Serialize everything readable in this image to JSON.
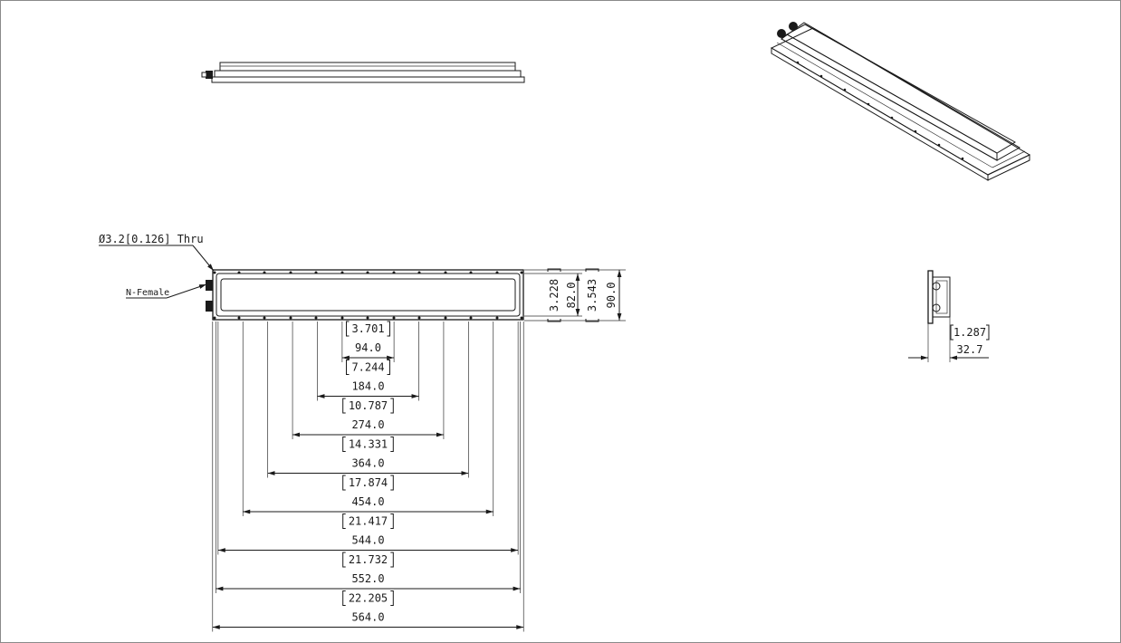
{
  "callouts": {
    "hole_note": "Ø3.2[0.126] Thru",
    "connector_note": "N-Female"
  },
  "dimensions": {
    "horizontal": [
      {
        "inch": "3.701",
        "mm": "94.0"
      },
      {
        "inch": "7.244",
        "mm": "184.0"
      },
      {
        "inch": "10.787",
        "mm": "274.0"
      },
      {
        "inch": "14.331",
        "mm": "364.0"
      },
      {
        "inch": "17.874",
        "mm": "454.0"
      },
      {
        "inch": "21.417",
        "mm": "544.0"
      },
      {
        "inch": "21.732",
        "mm": "552.0"
      },
      {
        "inch": "22.205",
        "mm": "564.0"
      }
    ],
    "height_inner": {
      "inch": "3.228",
      "mm": "82.0"
    },
    "height_outer": {
      "inch": "3.543",
      "mm": "90.0"
    },
    "side_depth": {
      "inch": "1.287",
      "mm": "32.7"
    }
  },
  "colors": {
    "line": "#1a1a1a",
    "border": "#8a8a8a",
    "background": "#ffffff"
  }
}
